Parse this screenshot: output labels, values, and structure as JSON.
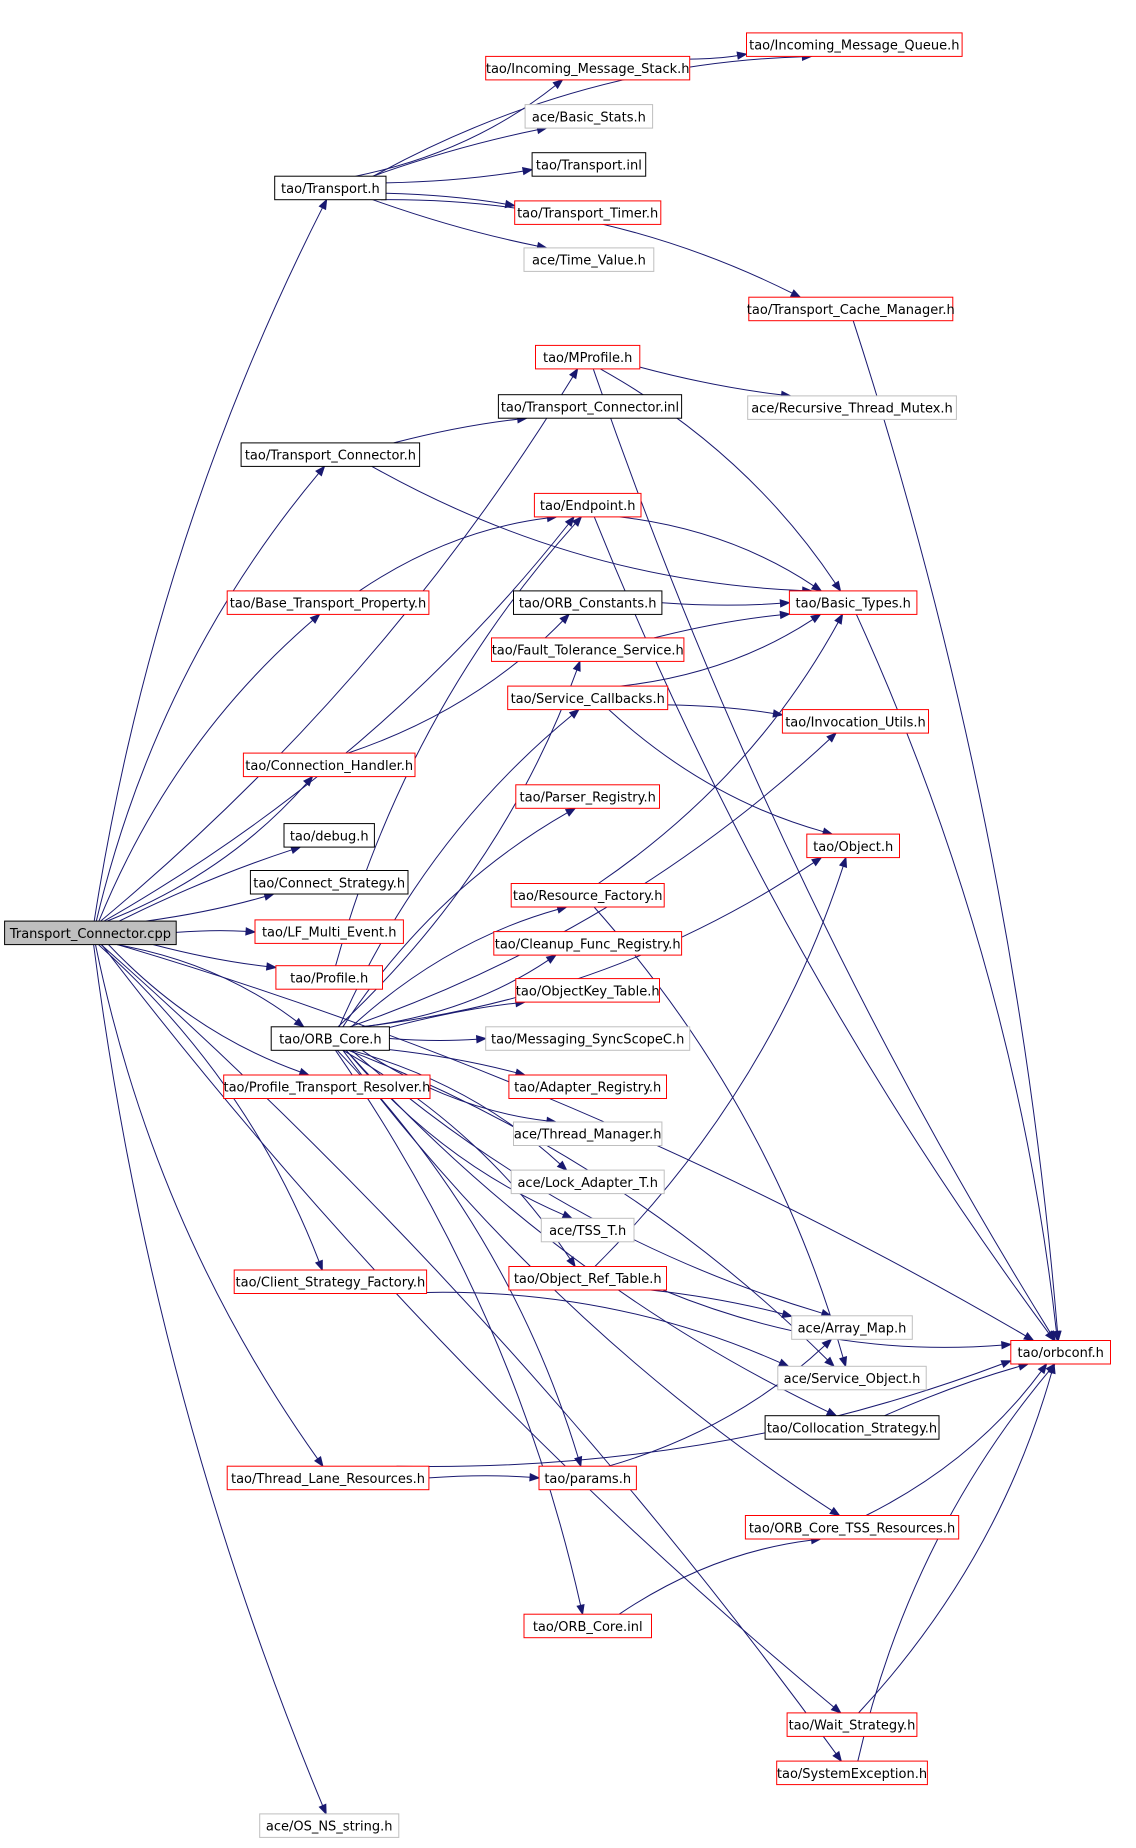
{
  "diagram": {
    "colors": {
      "edge": "#191970",
      "border_red": "#ff0000",
      "border_black": "#000000",
      "border_gray": "#bfbfbf",
      "root_fill": "#bfbfbf"
    },
    "nodes": [
      {
        "id": "root",
        "label": "Transport_Connector.cpp",
        "style": "root"
      },
      {
        "id": "imq",
        "label": "tao/Incoming_Message_Queue.h",
        "style": "red"
      },
      {
        "id": "ims",
        "label": "tao/Incoming_Message_Stack.h",
        "style": "red"
      },
      {
        "id": "bstats",
        "label": "ace/Basic_Stats.h",
        "style": "gray"
      },
      {
        "id": "transport",
        "label": "tao/Transport.h",
        "style": "black"
      },
      {
        "id": "tinl",
        "label": "tao/Transport.inl",
        "style": "black"
      },
      {
        "id": "ttimer",
        "label": "tao/Transport_Timer.h",
        "style": "red"
      },
      {
        "id": "timeval",
        "label": "ace/Time_Value.h",
        "style": "gray"
      },
      {
        "id": "tcm",
        "label": "tao/Transport_Cache_Manager.h",
        "style": "red"
      },
      {
        "id": "mprofile",
        "label": "tao/MProfile.h",
        "style": "red"
      },
      {
        "id": "rtm",
        "label": "ace/Recursive_Thread_Mutex.h",
        "style": "gray"
      },
      {
        "id": "tcinl",
        "label": "tao/Transport_Connector.inl",
        "style": "black"
      },
      {
        "id": "tch",
        "label": "tao/Transport_Connector.h",
        "style": "black"
      },
      {
        "id": "endpoint",
        "label": "tao/Endpoint.h",
        "style": "red"
      },
      {
        "id": "btp",
        "label": "tao/Base_Transport_Property.h",
        "style": "red"
      },
      {
        "id": "orbconst",
        "label": "tao/ORB_Constants.h",
        "style": "black"
      },
      {
        "id": "basic",
        "label": "tao/Basic_Types.h",
        "style": "red"
      },
      {
        "id": "fts",
        "label": "tao/Fault_Tolerance_Service.h",
        "style": "red"
      },
      {
        "id": "scb",
        "label": "tao/Service_Callbacks.h",
        "style": "red"
      },
      {
        "id": "invu",
        "label": "tao/Invocation_Utils.h",
        "style": "red"
      },
      {
        "id": "connh",
        "label": "tao/Connection_Handler.h",
        "style": "red"
      },
      {
        "id": "parser",
        "label": "tao/Parser_Registry.h",
        "style": "red"
      },
      {
        "id": "debug",
        "label": "tao/debug.h",
        "style": "black"
      },
      {
        "id": "object",
        "label": "tao/Object.h",
        "style": "red"
      },
      {
        "id": "cstrat",
        "label": "tao/Connect_Strategy.h",
        "style": "black"
      },
      {
        "id": "rfact",
        "label": "tao/Resource_Factory.h",
        "style": "red"
      },
      {
        "id": "lfme",
        "label": "tao/LF_Multi_Event.h",
        "style": "red"
      },
      {
        "id": "cleanup",
        "label": "tao/Cleanup_Func_Registry.h",
        "style": "red"
      },
      {
        "id": "profile",
        "label": "tao/Profile.h",
        "style": "red"
      },
      {
        "id": "okt",
        "label": "tao/ObjectKey_Table.h",
        "style": "red"
      },
      {
        "id": "orbcore",
        "label": "tao/ORB_Core.h",
        "style": "black"
      },
      {
        "id": "msync",
        "label": "tao/Messaging_SyncScopeC.h",
        "style": "gray"
      },
      {
        "id": "ptr",
        "label": "tao/Profile_Transport_Resolver.h",
        "style": "red"
      },
      {
        "id": "adreg",
        "label": "tao/Adapter_Registry.h",
        "style": "red"
      },
      {
        "id": "thrmgr",
        "label": "ace/Thread_Manager.h",
        "style": "gray"
      },
      {
        "id": "lockad",
        "label": "ace/Lock_Adapter_T.h",
        "style": "gray"
      },
      {
        "id": "tss",
        "label": "ace/TSS_T.h",
        "style": "gray"
      },
      {
        "id": "csf",
        "label": "tao/Client_Strategy_Factory.h",
        "style": "red"
      },
      {
        "id": "ort",
        "label": "tao/Object_Ref_Table.h",
        "style": "red"
      },
      {
        "id": "amap",
        "label": "ace/Array_Map.h",
        "style": "gray"
      },
      {
        "id": "orbconf",
        "label": "tao/orbconf.h",
        "style": "red"
      },
      {
        "id": "svcobj",
        "label": "ace/Service_Object.h",
        "style": "gray"
      },
      {
        "id": "colloc",
        "label": "tao/Collocation_Strategy.h",
        "style": "black"
      },
      {
        "id": "tlr",
        "label": "tao/Thread_Lane_Resources.h",
        "style": "red"
      },
      {
        "id": "params",
        "label": "tao/params.h",
        "style": "red"
      },
      {
        "id": "tssres",
        "label": "tao/ORB_Core_TSS_Resources.h",
        "style": "red"
      },
      {
        "id": "orbinl",
        "label": "tao/ORB_Core.inl",
        "style": "red"
      },
      {
        "id": "wait",
        "label": "tao/Wait_Strategy.h",
        "style": "red"
      },
      {
        "id": "sysex",
        "label": "tao/SystemException.h",
        "style": "red"
      },
      {
        "id": "nsstr",
        "label": "ace/OS_NS_string.h",
        "style": "gray"
      }
    ],
    "edges": [
      [
        "root",
        "transport"
      ],
      [
        "root",
        "mprofile"
      ],
      [
        "root",
        "tch"
      ],
      [
        "root",
        "endpoint"
      ],
      [
        "root",
        "btp"
      ],
      [
        "root",
        "connh"
      ],
      [
        "root",
        "debug"
      ],
      [
        "root",
        "cstrat"
      ],
      [
        "root",
        "lfme"
      ],
      [
        "root",
        "profile"
      ],
      [
        "root",
        "orbcore"
      ],
      [
        "root",
        "ptr"
      ],
      [
        "root",
        "csf"
      ],
      [
        "root",
        "tlr"
      ],
      [
        "root",
        "orbconf"
      ],
      [
        "root",
        "wait"
      ],
      [
        "root",
        "sysex"
      ],
      [
        "root",
        "nsstr"
      ],
      [
        "transport",
        "imq"
      ],
      [
        "transport",
        "ims"
      ],
      [
        "transport",
        "bstats"
      ],
      [
        "transport",
        "tinl"
      ],
      [
        "transport",
        "ttimer"
      ],
      [
        "transport",
        "timeval"
      ],
      [
        "transport",
        "tcm"
      ],
      [
        "ims",
        "imq"
      ],
      [
        "tcm",
        "orbconf"
      ],
      [
        "mprofile",
        "rtm"
      ],
      [
        "mprofile",
        "basic"
      ],
      [
        "mprofile",
        "orbconf"
      ],
      [
        "tch",
        "tcinl"
      ],
      [
        "tch",
        "basic"
      ],
      [
        "endpoint",
        "basic"
      ],
      [
        "endpoint",
        "orbconf"
      ],
      [
        "btp",
        "endpoint"
      ],
      [
        "orbconst",
        "basic"
      ],
      [
        "fts",
        "basic"
      ],
      [
        "scb",
        "basic"
      ],
      [
        "scb",
        "invu"
      ],
      [
        "scb",
        "object"
      ],
      [
        "basic",
        "orbconf"
      ],
      [
        "connh",
        "orbconst"
      ],
      [
        "profile",
        "endpoint"
      ],
      [
        "orbcore",
        "fts"
      ],
      [
        "orbcore",
        "scb"
      ],
      [
        "orbcore",
        "invu"
      ],
      [
        "orbcore",
        "parser"
      ],
      [
        "orbcore",
        "object"
      ],
      [
        "orbcore",
        "rfact"
      ],
      [
        "orbcore",
        "cleanup"
      ],
      [
        "orbcore",
        "okt"
      ],
      [
        "orbcore",
        "msync"
      ],
      [
        "orbcore",
        "adreg"
      ],
      [
        "orbcore",
        "thrmgr"
      ],
      [
        "orbcore",
        "lockad"
      ],
      [
        "orbcore",
        "tss"
      ],
      [
        "orbcore",
        "ort"
      ],
      [
        "orbcore",
        "amap"
      ],
      [
        "orbcore",
        "svcobj"
      ],
      [
        "orbcore",
        "colloc"
      ],
      [
        "orbcore",
        "params"
      ],
      [
        "orbcore",
        "tssres"
      ],
      [
        "orbcore",
        "orbinl"
      ],
      [
        "rfact",
        "basic"
      ],
      [
        "rfact",
        "svcobj"
      ],
      [
        "ort",
        "object"
      ],
      [
        "ort",
        "amap"
      ],
      [
        "ort",
        "orbconf"
      ],
      [
        "colloc",
        "orbconf"
      ],
      [
        "params",
        "amap"
      ],
      [
        "tlr",
        "params"
      ],
      [
        "tlr",
        "orbconf"
      ],
      [
        "csf",
        "svcobj"
      ],
      [
        "tssres",
        "orbconf"
      ],
      [
        "orbinl",
        "tssres"
      ],
      [
        "wait",
        "orbconf"
      ],
      [
        "sysex",
        "orbconf"
      ]
    ]
  }
}
